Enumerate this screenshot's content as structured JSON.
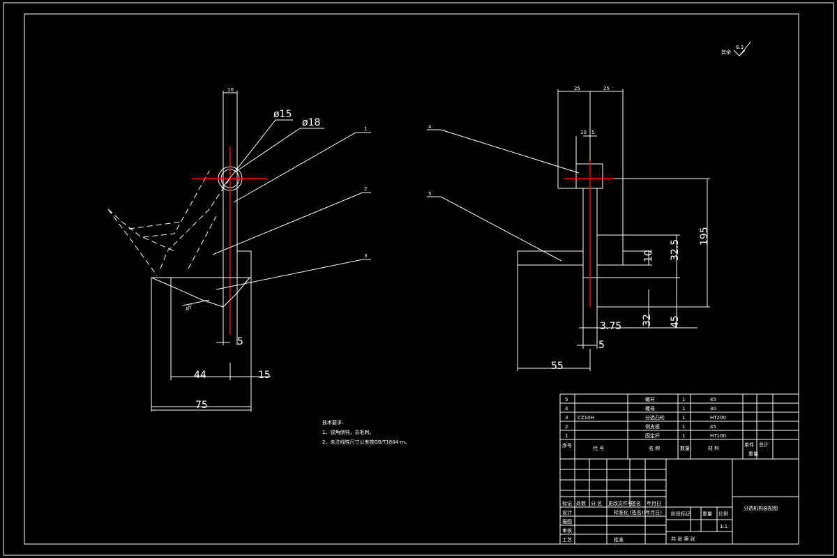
{
  "surface_mark": {
    "prefix": "其余",
    "value": "6.3"
  },
  "left_view": {
    "top_dim": "10",
    "dia1": "ø15",
    "dia2": "ø18",
    "angle": "45°",
    "dims": {
      "d5": "5",
      "d44": "44",
      "d15": "15",
      "d75": "75"
    }
  },
  "leaders": {
    "l1": "1",
    "l2": "2",
    "l3": "3",
    "l4": "4",
    "l5": "5"
  },
  "right_view": {
    "dims": {
      "top_a": "25",
      "top_b": "25",
      "mid_a": "10",
      "mid_b": "5",
      "d10": "10",
      "d32_5": "32.5",
      "d195": "195",
      "d3_75": "3.75",
      "d32": "32",
      "d45": "45",
      "d5": "5",
      "d55": "55"
    }
  },
  "notes": {
    "title": "技术要求:",
    "line1": "1、锐角倒钝，去毛刺。",
    "line2": "2、未注线性尺寸公差按GB/T1804-m。"
  },
  "parts": [
    {
      "no": "5",
      "code": "",
      "name": "螺杆",
      "qty": "1",
      "material": "45"
    },
    {
      "no": "4",
      "code": "",
      "name": "螺母",
      "qty": "1",
      "material": "30"
    },
    {
      "no": "3",
      "code": "CZ10H",
      "name": "分选凸轮",
      "qty": "1",
      "material": "HT200"
    },
    {
      "no": "2",
      "code": "",
      "name": "侧支板",
      "qty": "1",
      "material": "45"
    },
    {
      "no": "1",
      "code": "",
      "name": "固定杆",
      "qty": "1",
      "material": "HT100"
    }
  ],
  "parts_header": {
    "no": "序号",
    "code": "代 号",
    "name": "名 称",
    "qty": "数量",
    "material": "材 料",
    "unit_weight": "单件",
    "total_weight": "总计",
    "weight": "重量"
  },
  "title_block": {
    "rev_headers": [
      "标记",
      "处数",
      "分 区",
      "更改文件号",
      "签名",
      "年月日"
    ],
    "design": "设计",
    "standard": "标准化",
    "sign_date": "(签名)(年月日)",
    "draw": "描图",
    "check": "审核",
    "process": "工艺",
    "approve": "批准",
    "stage": "阶段标记",
    "mass": "重量",
    "scale": "比例",
    "scale_value": "1:1",
    "sheets": "共  张  第  张",
    "drawing_name": "分选机构装配图"
  }
}
